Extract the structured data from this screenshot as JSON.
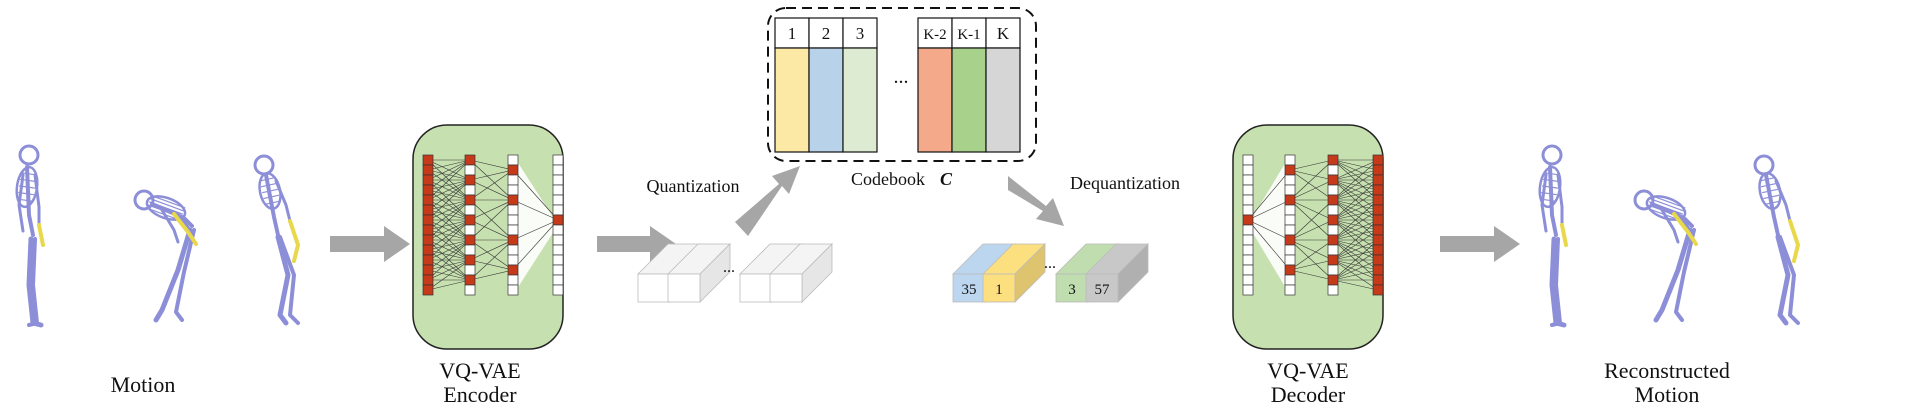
{
  "labels": {
    "motion": "Motion",
    "encoder_line1": "VQ-VAE",
    "encoder_line2": "Encoder",
    "quantization": "Quantization",
    "codebook": "Codebook",
    "codebook_symbol": "C",
    "dequantization": "Dequantization",
    "decoder_line1": "VQ-VAE",
    "decoder_line2": "Decoder",
    "reconstructed_line1": "Reconstructed",
    "reconstructed_line2": "Motion",
    "ellipsis": "..."
  },
  "codebook_entries": [
    {
      "index": "1",
      "color": "#FDE9A6"
    },
    {
      "index": "2",
      "color": "#B8D2EA"
    },
    {
      "index": "3",
      "color": "#DCEBD2"
    },
    {
      "index": "K-2",
      "color": "#F4A98A"
    },
    {
      "index": "K-1",
      "color": "#A8D18C"
    },
    {
      "index": "K",
      "color": "#D6D6D6"
    }
  ],
  "quantized_tokens": [
    {
      "value": "35",
      "color": "#BCD6EF"
    },
    {
      "value": "1",
      "color": "#FCDF7E"
    },
    {
      "value": "3",
      "color": "#BFDDAE"
    },
    {
      "value": "57",
      "color": "#C8C8C8"
    }
  ],
  "colors": {
    "network_bg": "#C7E0B0",
    "active_unit": "#C63A1A",
    "arrow": "#A6A6A6",
    "skeleton": "#8C8FD8",
    "highlight_limb": "#E8D84A"
  }
}
